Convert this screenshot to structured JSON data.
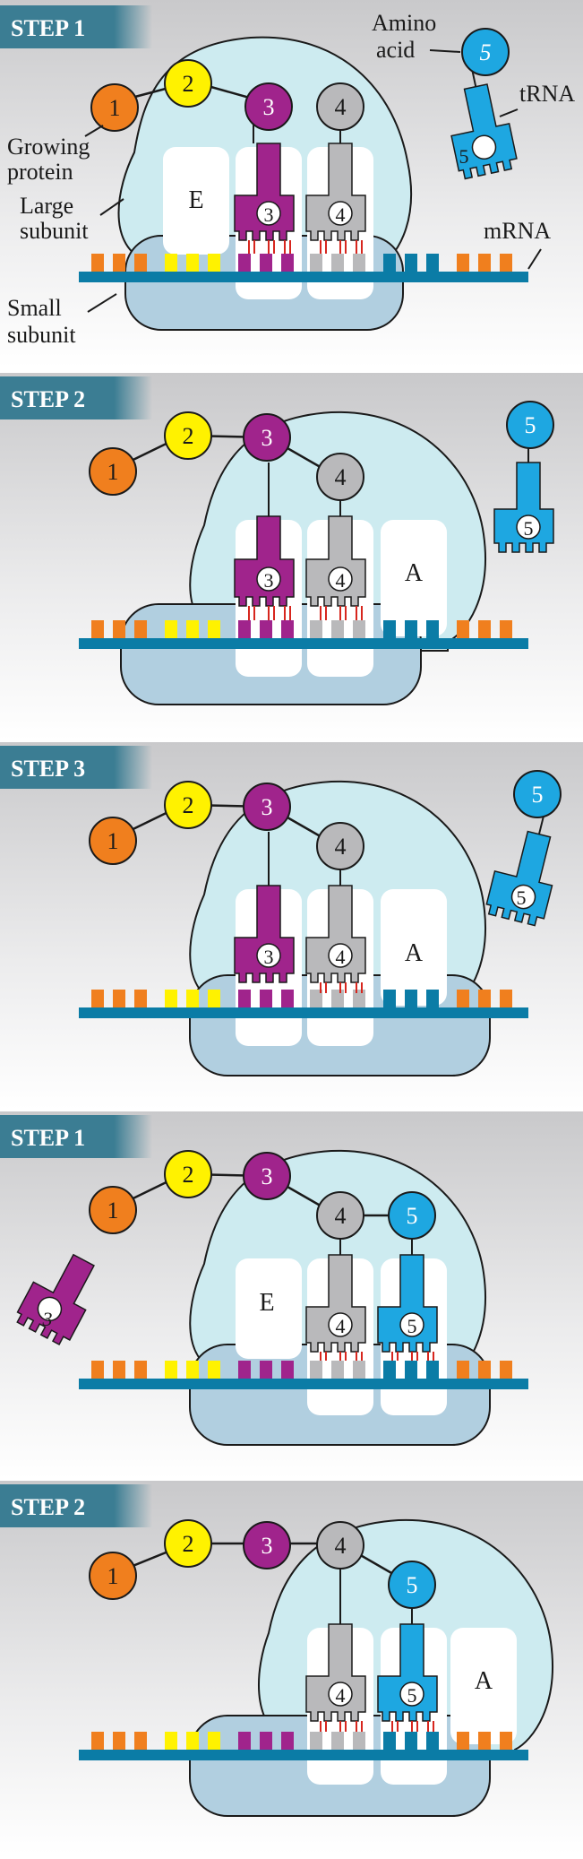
{
  "panels": [
    {
      "step_label": "STEP 1",
      "labels": {
        "amino_acid": [
          "Amino",
          "acid"
        ],
        "trna": "tRNA",
        "growing_protein": [
          "Growing",
          "protein"
        ],
        "large_subunit": [
          "Large",
          "subunit"
        ],
        "small_subunit": [
          "Small",
          "subunit"
        ],
        "mrna": "mRNA",
        "site_e": "E"
      },
      "chain": [
        "1",
        "2"
      ],
      "trna_p": "3",
      "trna_a": "4",
      "incoming": "5"
    },
    {
      "step_label": "STEP 2",
      "chain": [
        "1",
        "2",
        "3",
        "4"
      ],
      "trna_p": "3",
      "trna_a": "4",
      "incoming": "5",
      "site_a": "A"
    },
    {
      "step_label": "STEP 3",
      "chain": [
        "1",
        "2",
        "3",
        "4"
      ],
      "trna_p": "3",
      "trna_a": "4",
      "incoming": "5",
      "site_a": "A"
    },
    {
      "step_label": "STEP 1",
      "chain": [
        "1",
        "2",
        "3",
        "4",
        "5"
      ],
      "released": "3",
      "trna_p": "4",
      "trna_a": "5",
      "site_e": "E"
    },
    {
      "step_label": "STEP 2",
      "chain": [
        "1",
        "2",
        "3",
        "4",
        "5"
      ],
      "trna_p": "4",
      "trna_a": "5",
      "site_a": "A"
    }
  ],
  "colors": {
    "amino1": "#f07f1e",
    "amino2": "#fff200",
    "amino3": "#a0248c",
    "amino4": "#b9b9bb",
    "amino5": "#1ea7e1",
    "large_subunit": "#cdebf0",
    "small_subunit": "#b1cfe0",
    "mrna": "#0b7ca6",
    "badge": "#3b7d93"
  }
}
